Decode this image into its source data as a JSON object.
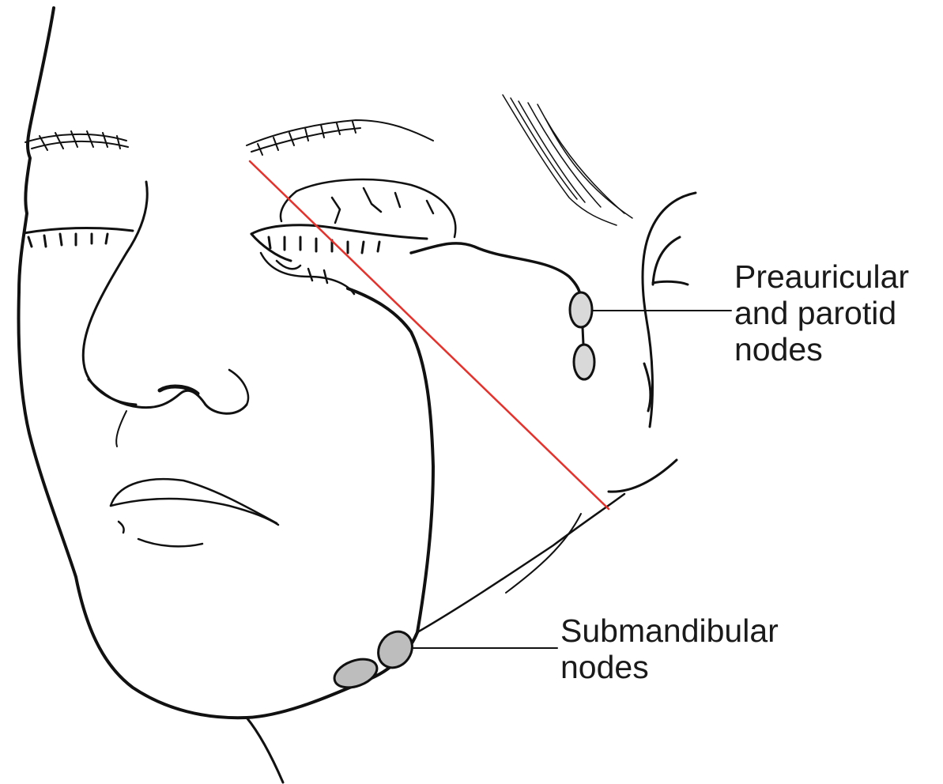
{
  "labels": {
    "preauricular": {
      "line1": "Preauricular",
      "line2": "and parotid",
      "line3": "nodes"
    },
    "submandibular": {
      "line1": "Submandibular",
      "line2": "nodes"
    }
  },
  "colors": {
    "ink": "#111111",
    "highlight_line": "#e8302a",
    "background": "#ffffff"
  }
}
